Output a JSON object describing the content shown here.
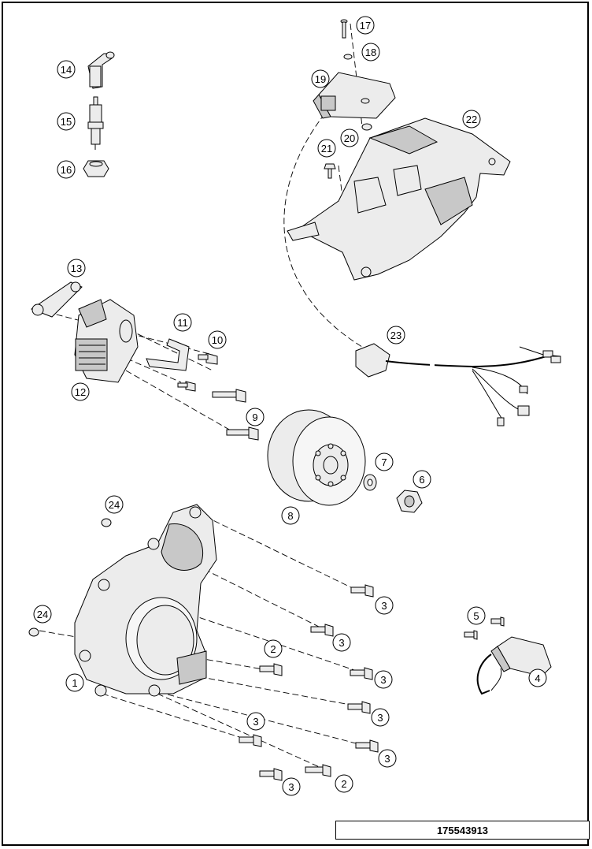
{
  "document": {
    "part_code": "175543913"
  },
  "callouts": {
    "c1": "1",
    "c2a": "2",
    "c2b": "2",
    "c3a": "3",
    "c3b": "3",
    "c3c": "3",
    "c3d": "3",
    "c3e": "3",
    "c3f": "3",
    "c3g": "3",
    "c4": "4",
    "c5": "5",
    "c6": "6",
    "c7": "7",
    "c8": "8",
    "c9": "9",
    "c10": "10",
    "c11": "11",
    "c12": "12",
    "c13": "13",
    "c14": "14",
    "c15": "15",
    "c16": "16",
    "c17": "17",
    "c18": "18",
    "c19": "19",
    "c20": "20",
    "c21": "21",
    "c22": "22",
    "c23": "23",
    "c24a": "24",
    "c24b": "24"
  },
  "colors": {
    "line": "#000000",
    "fill": "#ececec",
    "shade": "#c8c8c8"
  }
}
